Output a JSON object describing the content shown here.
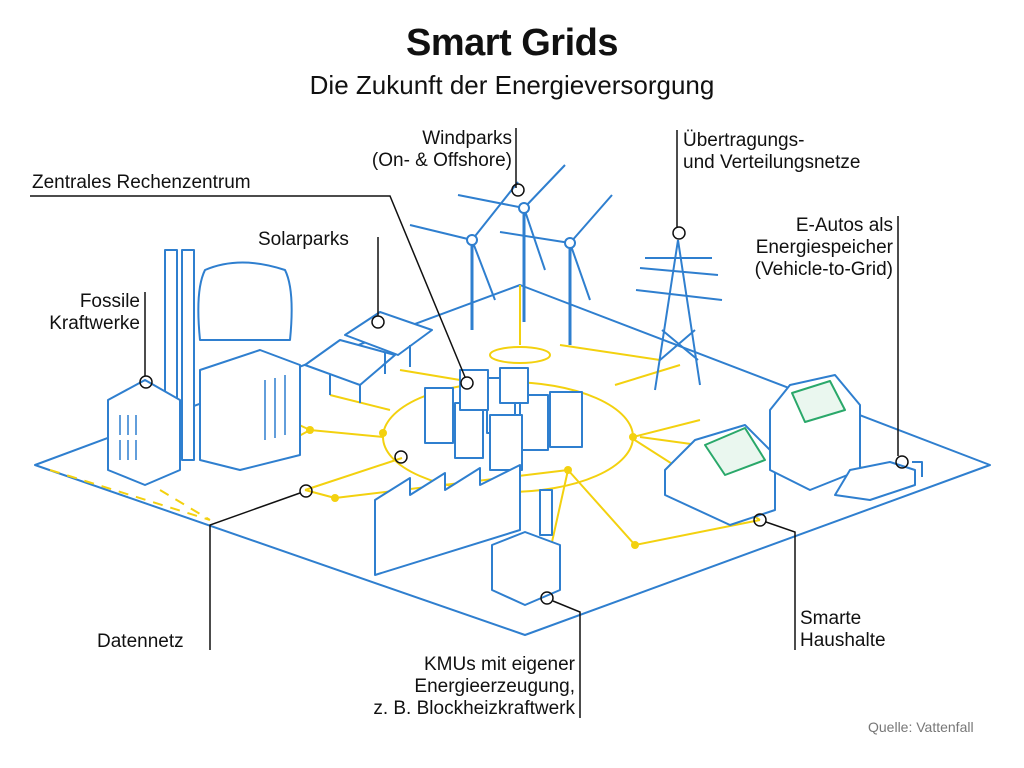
{
  "header": {
    "title": "Smart Grids",
    "subtitle": "Die Zukunft der Energieversorgung"
  },
  "labels": {
    "windparks": "Windparks\n(On- & Offshore)",
    "netze": "Übertragungs-\nund Verteilungsnetze",
    "rechenzentrum": "Zentrales Rechenzentrum",
    "solarparks": "Solarparks",
    "fossile": "Fossile\nKraftwerke",
    "eautos": "E-Autos als\nEnergiespeicher\n(Vehicle-to-Grid)",
    "datennetz": "Datennetz",
    "kmus": "KMUs mit eigener\nEnergieerzeugung,\nz. B. Blockheizkraftwerk",
    "haushalte": "Smarte\nHaushalte"
  },
  "source": "Quelle: Vattenfall",
  "colors": {
    "outline": "#2f7fcf",
    "grid": "#f3d10f",
    "solar": "#2aa86a",
    "leader": "#111111"
  }
}
